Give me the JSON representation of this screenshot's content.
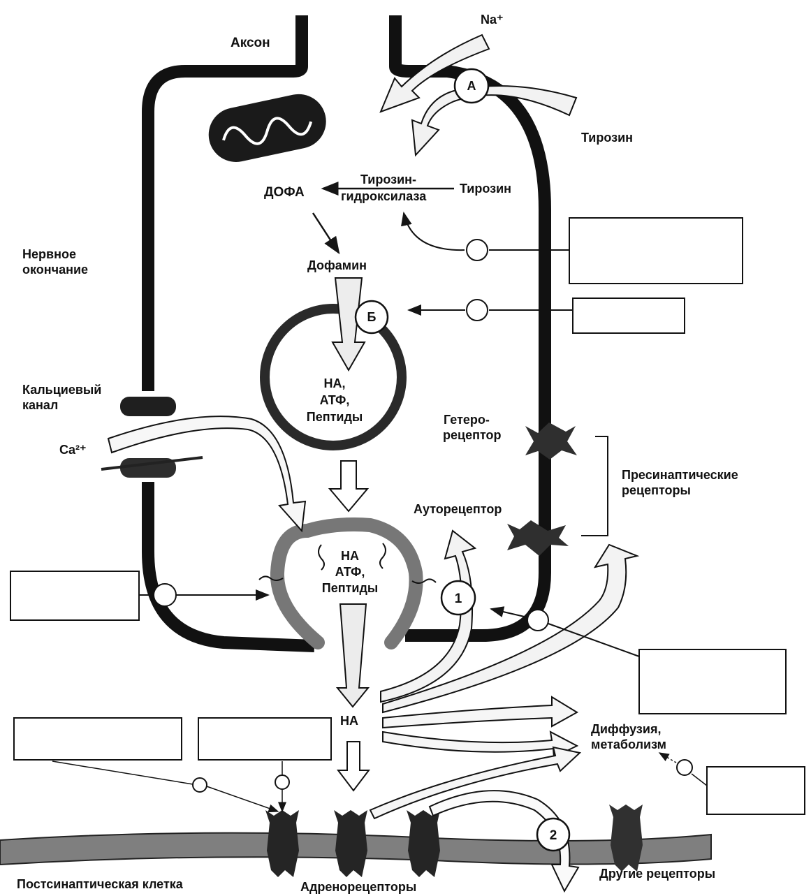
{
  "labels": {
    "axon": "Аксон",
    "na_plus": "Na⁺",
    "tyrosine_outside": "Тирозин",
    "dopa": "ДОФА",
    "enzyme_line1": "Тирозин-",
    "enzyme_line2": "гидроксилаза",
    "tyrosine_inside": "Тирозин",
    "nerve_ending_line1": "Нервное",
    "nerve_ending_line2": "окончание",
    "dopamine": "Дофамин",
    "calcium_channel_line1": "Кальциевый",
    "calcium_channel_line2": "канал",
    "ca2": "Ca²⁺",
    "vesicle1_line1": "НА,",
    "vesicle1_line2": "АТФ,",
    "vesicle1_line3": "Пептиды",
    "vesicle2_line1": "НА",
    "vesicle2_line2": "АТФ,",
    "vesicle2_line3": "Пептиды",
    "heteroreceptor_line1": "Гетеро-",
    "heteroreceptor_line2": "рецептор",
    "presynaptic_line1": "Пресинаптические",
    "presynaptic_line2": "рецепторы",
    "autoreceptor": "Ауторецептор",
    "na_released": "НА",
    "diffusion_line1": "Диффузия,",
    "diffusion_line2": "метаболизм",
    "postsynaptic_cell": "Постсинаптическая клетка",
    "adrenoreceptors": "Адренорецепторы",
    "other_receptors": "Другие рецепторы"
  },
  "markers": {
    "a": "А",
    "b": "Б",
    "one": "1",
    "two": "2"
  },
  "answer_boxes": [
    "",
    "",
    "",
    "",
    "",
    "",
    ""
  ],
  "colors": {
    "membrane": "#111111",
    "receptor": "#2f2f2f",
    "vesicle_release": "#7a7a7a",
    "postsynaptic_membrane": "#777777",
    "arrow_fill": "#ffffff"
  }
}
